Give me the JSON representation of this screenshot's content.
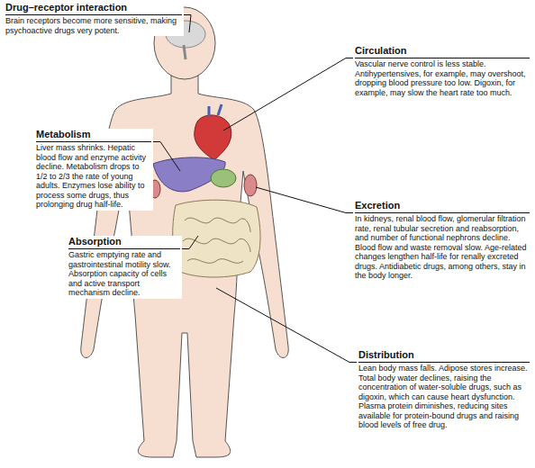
{
  "diagram": {
    "nodes": [
      {
        "text": [
          "Drug–receptor interaction",
          "Brain receptors become more sensitive, making psychoactive drugs very potent."
        ]
      },
      {
        "text": [
          "Circulation",
          "Vascular nerve control is less stable. Antihypertensives, for example, may overshoot, dropping blood pressure too low. Digoxin, for example, may slow the heart rate too much."
        ]
      },
      {
        "text": [
          "Metabolism",
          "Liver mass shrinks. Hepatic blood flow and enzyme activity decline. Metabolism drops to 1/2 to 2/3 the rate of young adults. Enzymes lose ability to process some drugs, thus prolonging drug half-life."
        ]
      },
      {
        "text": [
          "Excretion",
          "In kidneys, renal blood flow, glomerular filtration rate, renal tubular secretion and reabsorption, and number of functional nephrons decline. Blood flow and waste removal slow. Age-related changes lengthen half-life for renally excreted drugs. Antidiabetic drugs, among others, stay in the body longer."
        ]
      },
      {
        "text": [
          "Absorption",
          "Gastric emptying rate and gastrointestinal motility slow. Absorption capacity of cells and active transport mechanism decline."
        ]
      },
      {
        "text": [
          "Distribution",
          "Lean body mass falls. Adipose stores increase. Total body water declines, raising the concentration of water-soluble drugs, such as digoxin, which can cause heart dysfunction. Plasma protein diminishes, reducing sites available for protein-bound drugs and raising blood levels of free drug."
        ]
      }
    ]
  }
}
